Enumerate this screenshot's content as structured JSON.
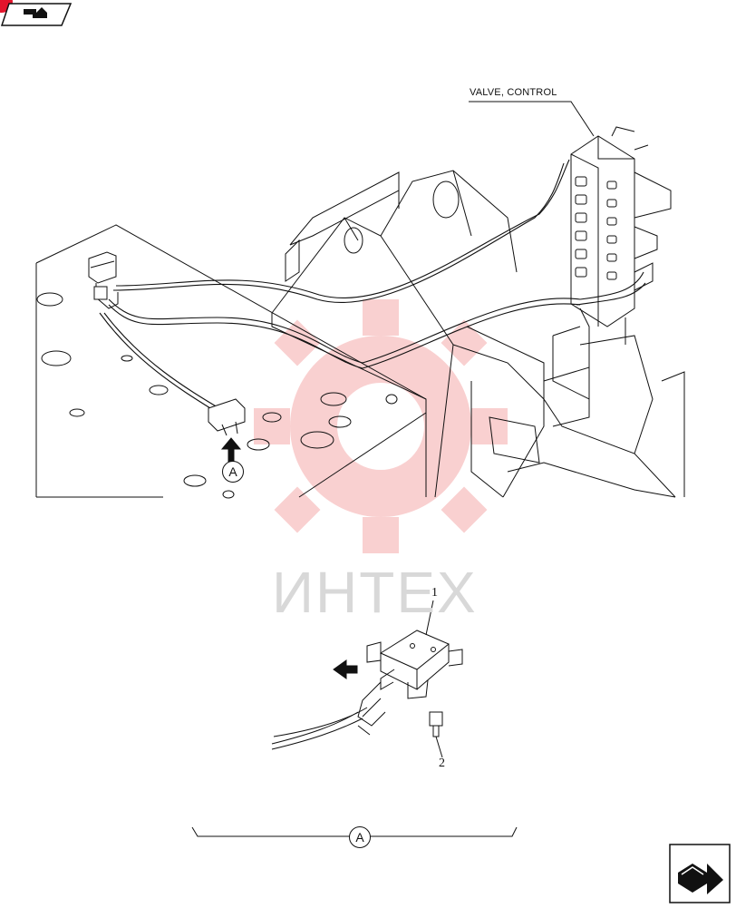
{
  "labels": {
    "valve_control": "VALVE, CONTROL",
    "detail_a_marker": "A",
    "detail_a_bracket": "A",
    "part_1": "1",
    "part_2": "2"
  },
  "watermark": {
    "text": "ИНТЕХ",
    "color": "#e84a4a"
  },
  "nav": {
    "prev_icon": "prev-page-icon",
    "next_icon": "next-page-icon",
    "accent": "#e3142b"
  }
}
